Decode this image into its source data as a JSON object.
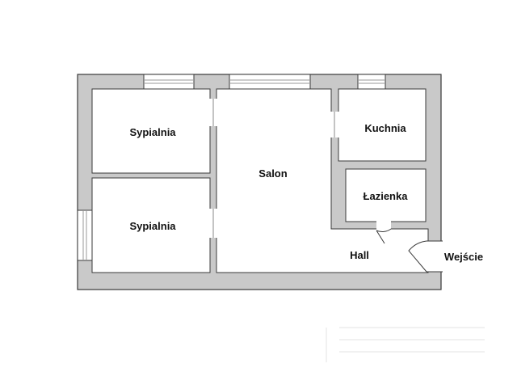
{
  "rooms": {
    "bedroom_top": "Sypialnia",
    "bedroom_bottom": "Sypialnia",
    "living": "Salon",
    "kitchen": "Kuchnia",
    "bathroom": "Łazienka",
    "hall": "Hall"
  },
  "entrance_label": "Wejście",
  "colors": {
    "wall_fill": "#c9c9c9",
    "wall_stroke": "#3a3a3a",
    "room_fill": "#ffffff",
    "window": "#9a9a9a",
    "text": "#111111"
  }
}
